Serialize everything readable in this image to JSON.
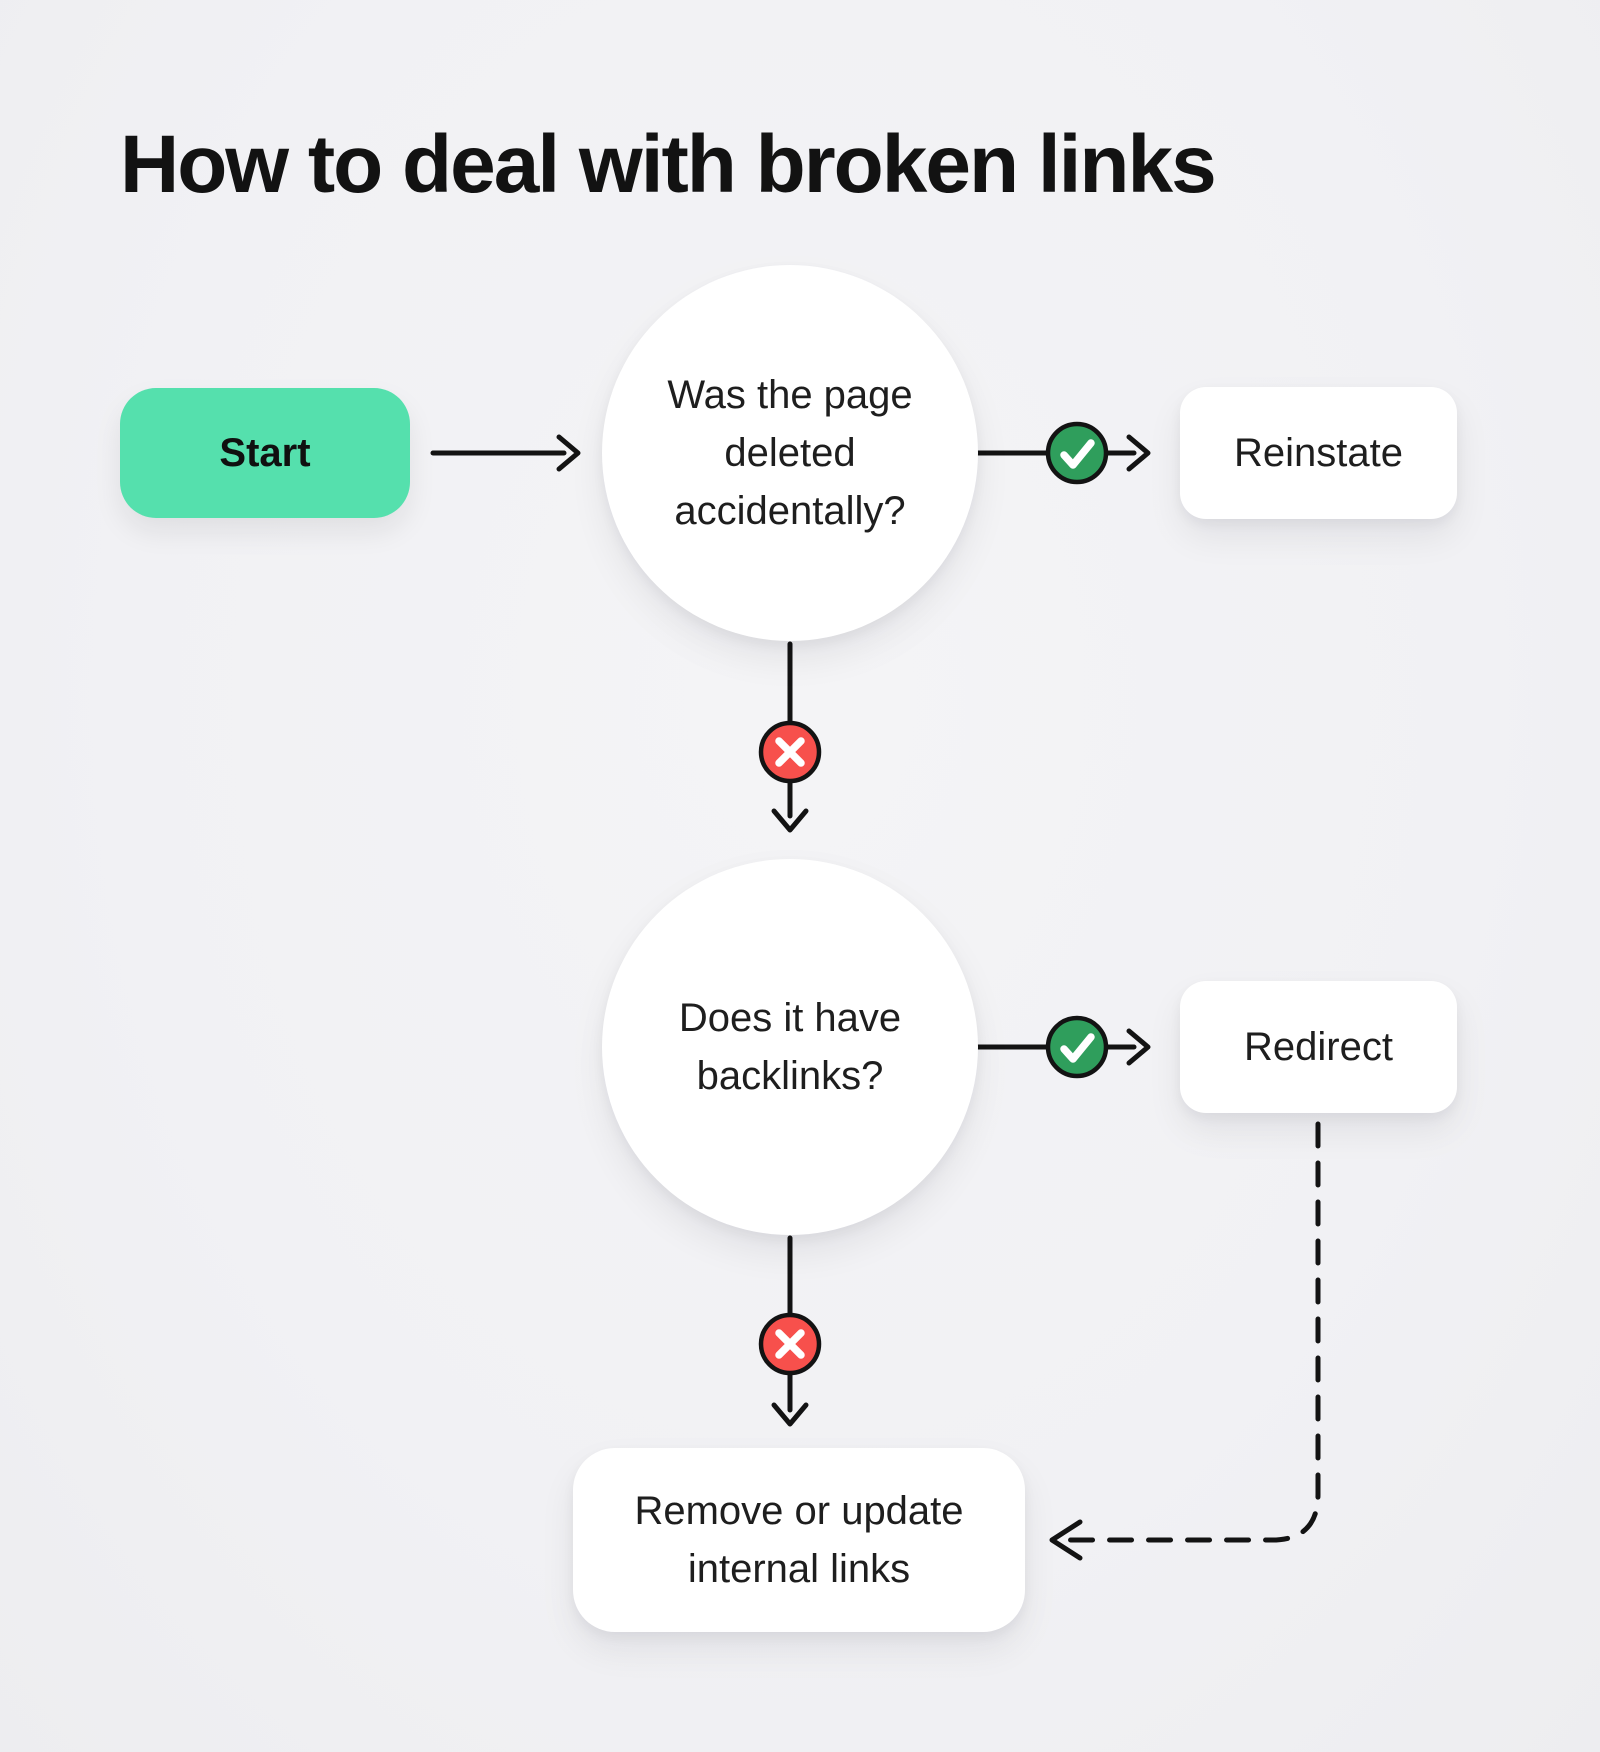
{
  "title": "How to deal with broken links",
  "colors": {
    "background": "#f2f2f4",
    "ink": "#131313",
    "node_fill": "#ffffff",
    "start_fill": "#55e0ad",
    "yes_fill": "#2f9e5c",
    "no_fill": "#f7504c",
    "mark": "#ffffff"
  },
  "nodes": {
    "start": {
      "label": "Start",
      "type": "start"
    },
    "question1": {
      "label": "Was the page deleted accidentally?",
      "type": "decision"
    },
    "reinstate": {
      "label": "Reinstate",
      "type": "action"
    },
    "question2": {
      "label": "Does it have backlinks?",
      "type": "decision"
    },
    "redirect": {
      "label": "Redirect",
      "type": "action"
    },
    "remove": {
      "label": "Remove or update internal links",
      "type": "action"
    }
  },
  "edges": {
    "start_to_question1": "solid-arrow",
    "question1_yes_to_reinstate": "solid-arrow-with-check",
    "question1_no_to_question2": "solid-arrow-with-cross",
    "question2_yes_to_redirect": "solid-arrow-with-check",
    "question2_no_to_remove": "solid-arrow-with-cross",
    "redirect_to_remove": "dashed-arrow"
  }
}
